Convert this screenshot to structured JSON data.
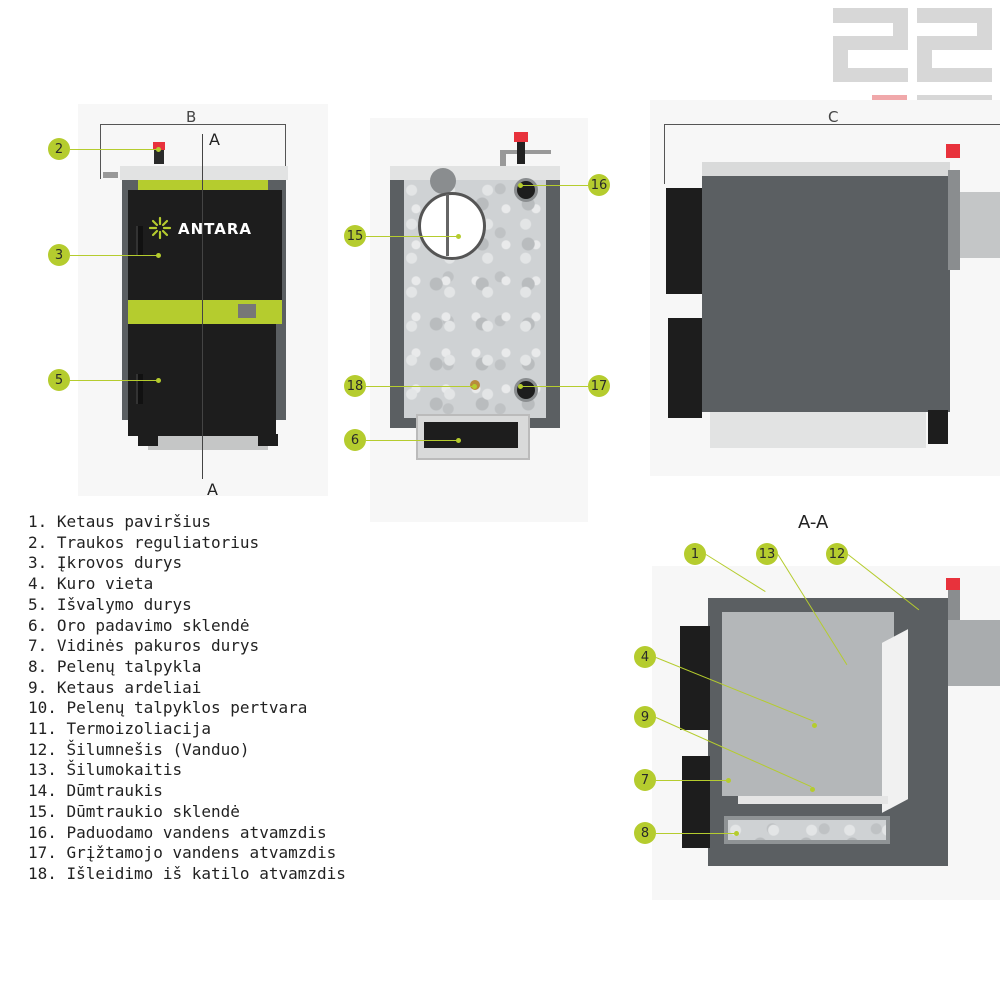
{
  "dimensions": {
    "b": "B",
    "c": "C"
  },
  "section_marks": {
    "top": "A",
    "bottom": "A"
  },
  "section_title": "A-A",
  "brand": {
    "name": "ANTARA"
  },
  "colors": {
    "accent": "#b5cc2e",
    "body": "#2a2a2a",
    "casing": "#5b5f62",
    "valve": "#e8323c"
  },
  "callouts": {
    "front": [
      "2",
      "3",
      "5"
    ],
    "back": [
      "15",
      "16",
      "18",
      "17",
      "6"
    ],
    "section": [
      "1",
      "13",
      "12",
      "4",
      "9",
      "7",
      "8"
    ]
  },
  "legend": [
    "1. Ketaus paviršius",
    "2. Traukos reguliatorius",
    "3. Įkrovos durys",
    "4. Kuro vieta",
    "5. Išvalymo durys",
    "6. Oro padavimo sklendė",
    "7. Vidinės pakuros durys",
    "8. Pelenų talpykla",
    "9. Ketaus ardeliai",
    "10. Pelenų talpyklos pertvara",
    "11. Termoizoliacija",
    "12. Šilumnešis (Vanduo)",
    "13. Šilumokaitis",
    "14. Dūmtraukis",
    "15. Dūmtraukio sklendė",
    "16. Paduodamo vandens atvamzdis",
    "17. Grįžtamojo vandens atvamzdis",
    "18. Išleidimo iš katilo atvamzdis"
  ]
}
